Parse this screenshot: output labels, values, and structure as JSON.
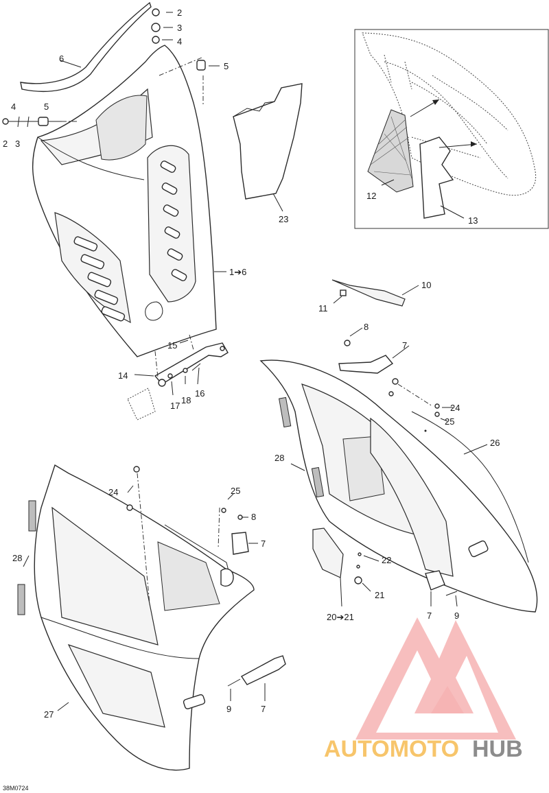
{
  "diagram_code": "38M0724",
  "watermark": {
    "brand_part1": "AUTOMOTO",
    "brand_part2": "HUB",
    "color_accent": "#f3a4a4",
    "color_orange": "#f7c56b",
    "color_gray": "#8c8c8c"
  },
  "callouts": {
    "c2a": "2",
    "c3a": "3",
    "c4a": "4",
    "c5a": "5",
    "c6": "6",
    "c4b": "4",
    "c5b": "5",
    "c2b": "2",
    "c3b": "3",
    "c1to6": "1➔6",
    "c23": "23",
    "c12": "12",
    "c13": "13",
    "c10": "10",
    "c11": "11",
    "c8a": "8",
    "c7a": "7",
    "c15": "15",
    "c14": "14",
    "c17": "17",
    "c18": "18",
    "c16": "16",
    "c24a": "24",
    "c25a": "25",
    "c26": "26",
    "c28a": "28",
    "c24b": "24",
    "c25b": "25",
    "c8b": "8",
    "c7b": "7",
    "c28b": "28",
    "c22": "22",
    "c21": "21",
    "c20to21": "20➔21",
    "c7c": "7",
    "c9a": "9",
    "c9b": "9",
    "c7d": "7",
    "c27": "27"
  }
}
